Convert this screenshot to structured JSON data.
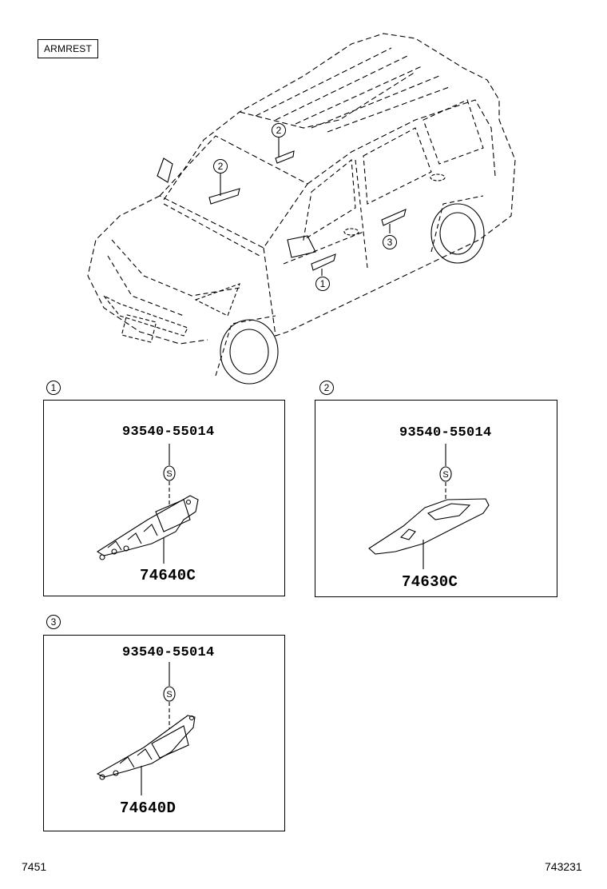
{
  "header_tag": "ARMREST",
  "callouts": {
    "one": "1",
    "two": "2",
    "three": "3"
  },
  "panels": [
    {
      "index": "1",
      "fastener": "93540-55014",
      "fastener_symbol": "S",
      "part": "74640C"
    },
    {
      "index": "2",
      "fastener": "93540-55014",
      "fastener_symbol": "S",
      "part": "74630C"
    },
    {
      "index": "3",
      "fastener": "93540-55014",
      "fastener_symbol": "S",
      "part": "74640D"
    }
  ],
  "footer": {
    "left": "7451",
    "right": "743231"
  }
}
